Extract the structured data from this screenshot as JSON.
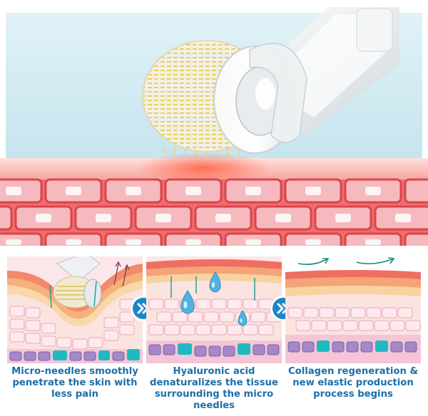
{
  "colors": {
    "caption_text": "#1c6fa8",
    "arrow_button": "#1a86c6",
    "skin_red": "#ef5a5a",
    "cell_pink": "#f8cfd4",
    "sky": "#cfeaf3",
    "dermis_teal": "#1fbac0",
    "basal_purple": "#a488c8"
  },
  "icons": {
    "next_step": "double-chevron-right-icon",
    "droplet": "water-droplet-icon"
  },
  "steps": [
    {
      "caption": "Micro-needles smoothly penetrate the skin with less pain"
    },
    {
      "caption": "Hyaluronic acid denaturalizes the tissue surrounding the micro needles"
    },
    {
      "caption": "Collagen regeneration & new elastic production process begins"
    }
  ]
}
